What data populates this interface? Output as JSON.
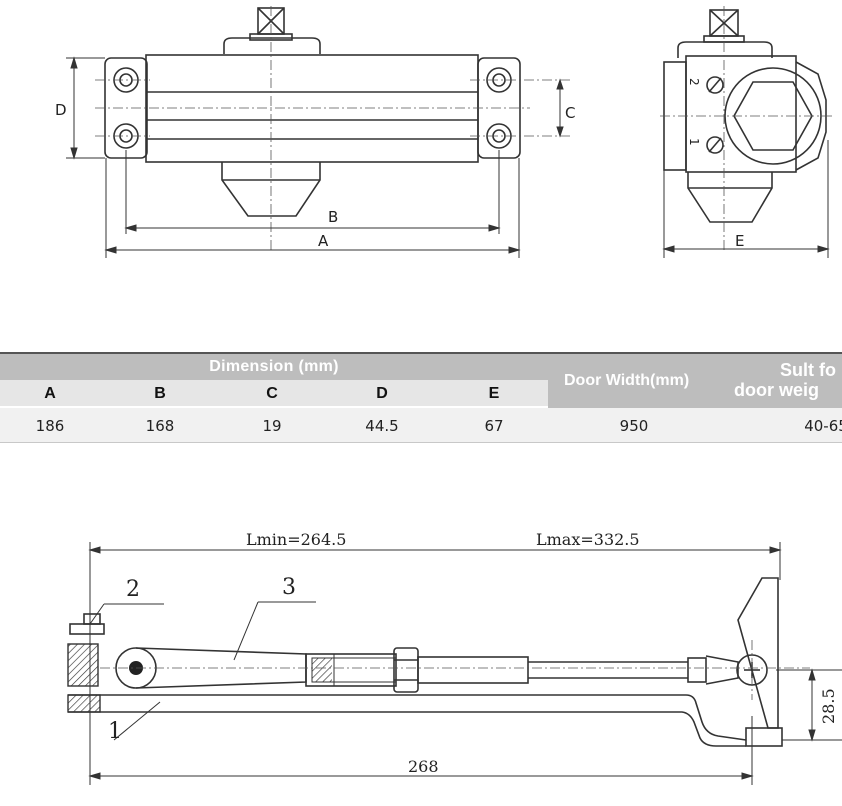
{
  "top_drawing": {
    "dim_labels": {
      "A": "A",
      "B": "B",
      "C": "C",
      "D": "D",
      "E": "E"
    },
    "screw_labels": {
      "s1": "1",
      "s2": "2"
    }
  },
  "spec_table": {
    "group_header": "Dimension (mm)",
    "columns": [
      "A",
      "B",
      "C",
      "D",
      "E"
    ],
    "door_width_header": "Door Width(mm)",
    "suit_header_line1": "Sult fo",
    "suit_header_line2": "door weig",
    "values": [
      "186",
      "168",
      "19",
      "44.5",
      "67"
    ],
    "door_width": "950",
    "door_weight": "40-65"
  },
  "arm_drawing": {
    "lmin": "Lmin=264.5",
    "lmax": "Lmax=332.5",
    "part_2": "2",
    "part_3": "3",
    "part_1": "1",
    "height_dim": "28.5",
    "length_dim": "268"
  }
}
